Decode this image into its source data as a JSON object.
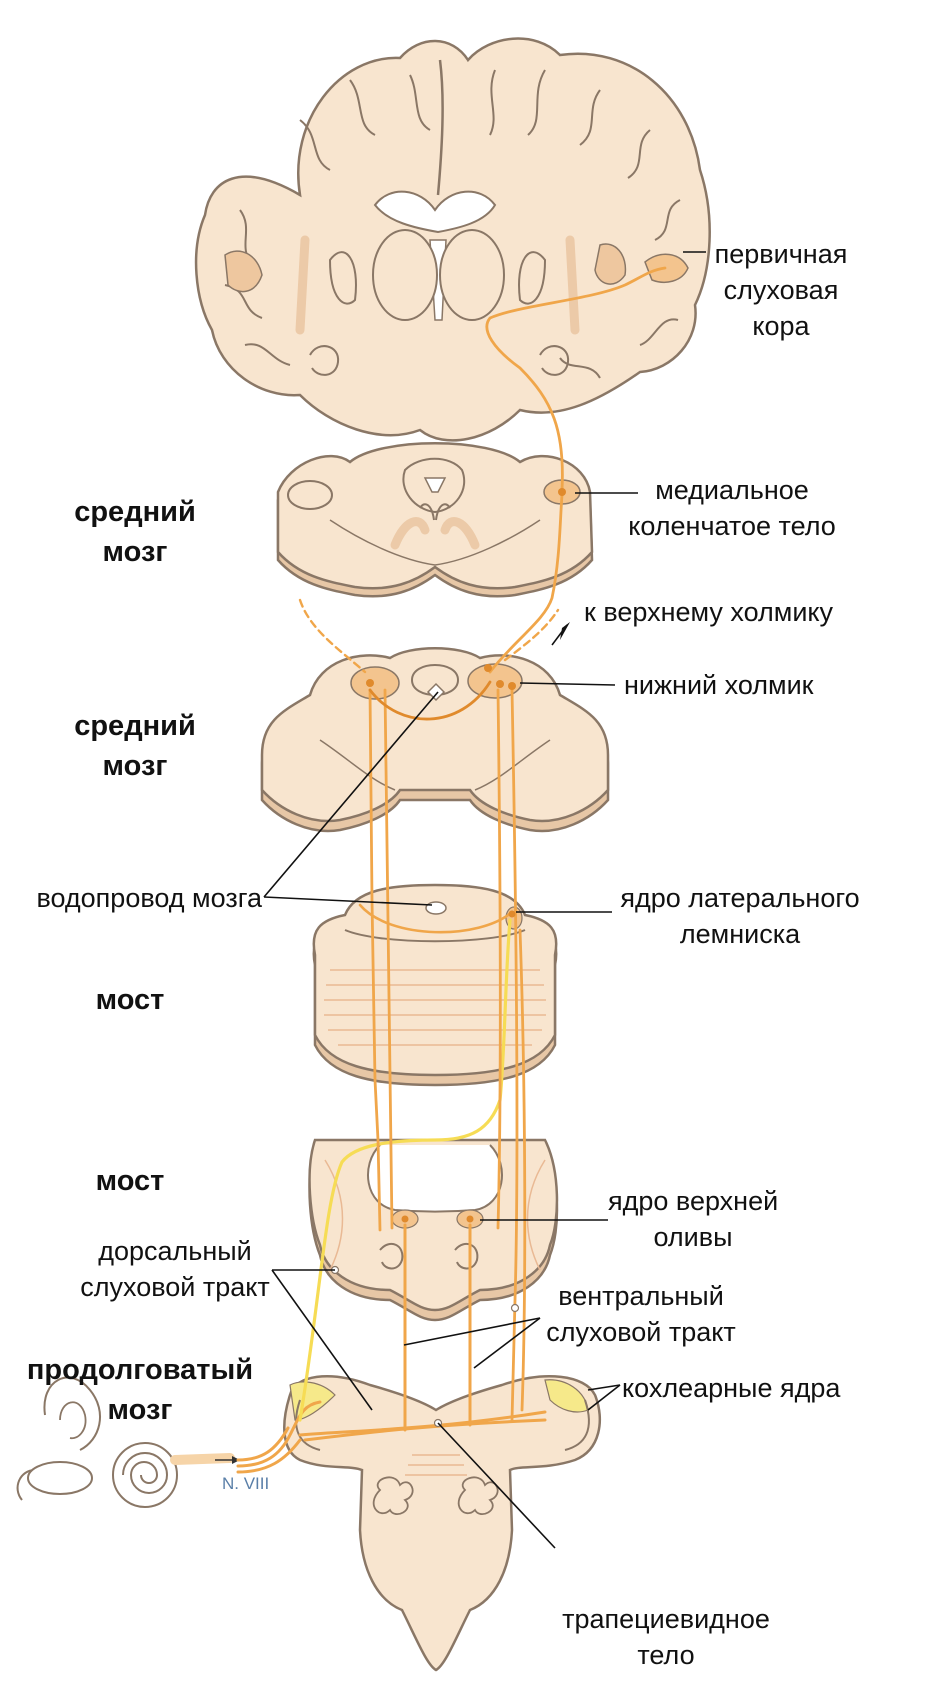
{
  "labels": {
    "primary_auditory_cortex": [
      "первичная",
      "слуховая",
      "кора"
    ],
    "medial_geniculate": [
      "медиальное",
      "коленчатое тело"
    ],
    "to_superior_colliculus": "к верхнему холмику",
    "inferior_colliculus": "нижний холмик",
    "cerebral_aqueduct": "водопровод мозга",
    "lateral_lemniscus_nucleus": [
      "ядро латерального",
      "лемниска"
    ],
    "superior_olive_nucleus": [
      "ядро верхней",
      "оливы"
    ],
    "dorsal_auditory_tract": [
      "дорсальный",
      "слуховой тракт"
    ],
    "ventral_auditory_tract": [
      "вентральный",
      "слуховой тракт"
    ],
    "cochlear_nuclei": "кохлеарные ядра",
    "trapezoid_body": [
      "трапециевидное",
      "тело"
    ],
    "nerve": "N. VIII"
  },
  "regions": {
    "midbrain_1": [
      "средний",
      "мозг"
    ],
    "midbrain_2": [
      "средний",
      "мозг"
    ],
    "pons_1": "мост",
    "pons_2": "мост",
    "medulla": [
      "продолговатый",
      "мозг"
    ]
  },
  "colors": {
    "tissue": "#f8e5cf",
    "tissue_outline": "#8a7766",
    "tissue_edge": "#e7c7a6",
    "pathway": "#f0a64a",
    "pathway_dark": "#e08a2c",
    "dorsal_tract": "#f6dc55",
    "nucleus": "#f3c48e"
  }
}
